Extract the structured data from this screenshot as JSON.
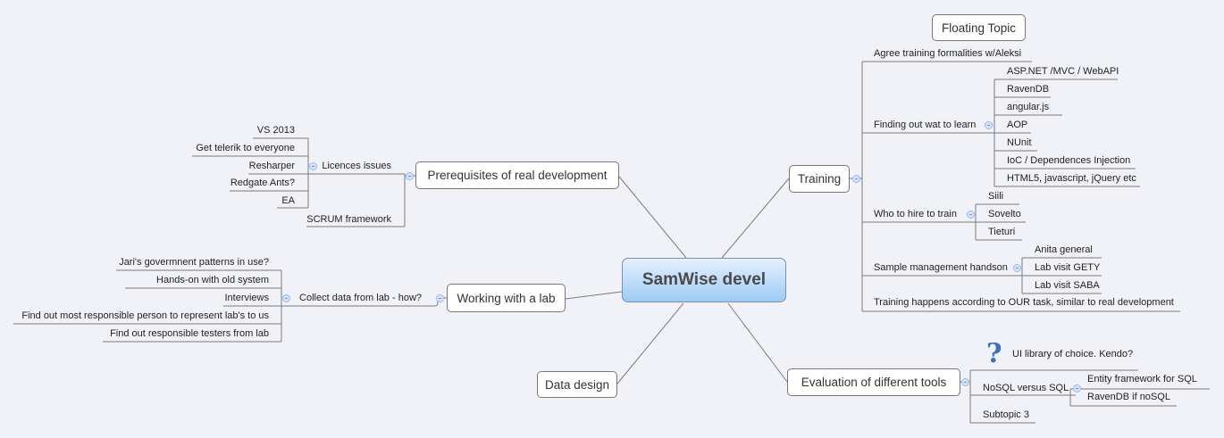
{
  "central": "SamWise devel",
  "floating": "Floating Topic",
  "prereq": {
    "label": "Prerequisites of real development",
    "licences": {
      "label": "Licences issues",
      "children": [
        "VS 2013",
        "Get telerik to everyone",
        "Resharper",
        "Redgate Ants?",
        "EA"
      ]
    },
    "scrum": "SCRUM framework"
  },
  "lab": {
    "label": "Working with a lab",
    "collect": {
      "label": "Collect data from lab - how?",
      "children": [
        "Jari's govermnent patterns in use?",
        "Hands-on with old system",
        "Interviews",
        "Find out most responsible person to represent lab's to us",
        "Find out responsible testers from lab"
      ]
    }
  },
  "data_design": "Data design",
  "training": {
    "label": "Training",
    "agree": "Agree training formalities w/Aleksi",
    "learn": {
      "label": "Finding out wat to learn",
      "children": [
        "ASP.NET /MVC / WebAPI",
        "RavenDB",
        "angular.js",
        "AOP",
        "NUnit",
        "IoC / Dependences Injection",
        "HTML5, javascript, jQuery etc"
      ]
    },
    "hire": {
      "label": "Who to hire to train",
      "children": [
        "Siili",
        "Sovelto",
        "Tieturi"
      ]
    },
    "sample": {
      "label": "Sample management handson",
      "children": [
        "Anita general",
        "Lab visit GETY",
        "Lab visit SABA"
      ]
    },
    "happens": "Training happens according to OUR task, similar to real development"
  },
  "evaluation": {
    "label": "Evaluation of different tools",
    "ui": {
      "label": "UI library of choice. Kendo?",
      "icon": "question-mark-icon"
    },
    "nosql": {
      "label": "NoSQL versus SQL",
      "children": [
        "Entity framework for SQL",
        "RavenDB if noSQL"
      ]
    },
    "subtopic3": "Subtopic 3"
  },
  "colors": {
    "background": "#f1f2f7",
    "central_gradient": [
      "#e4f0ff",
      "#9ccbf5"
    ],
    "line": "#777777"
  }
}
